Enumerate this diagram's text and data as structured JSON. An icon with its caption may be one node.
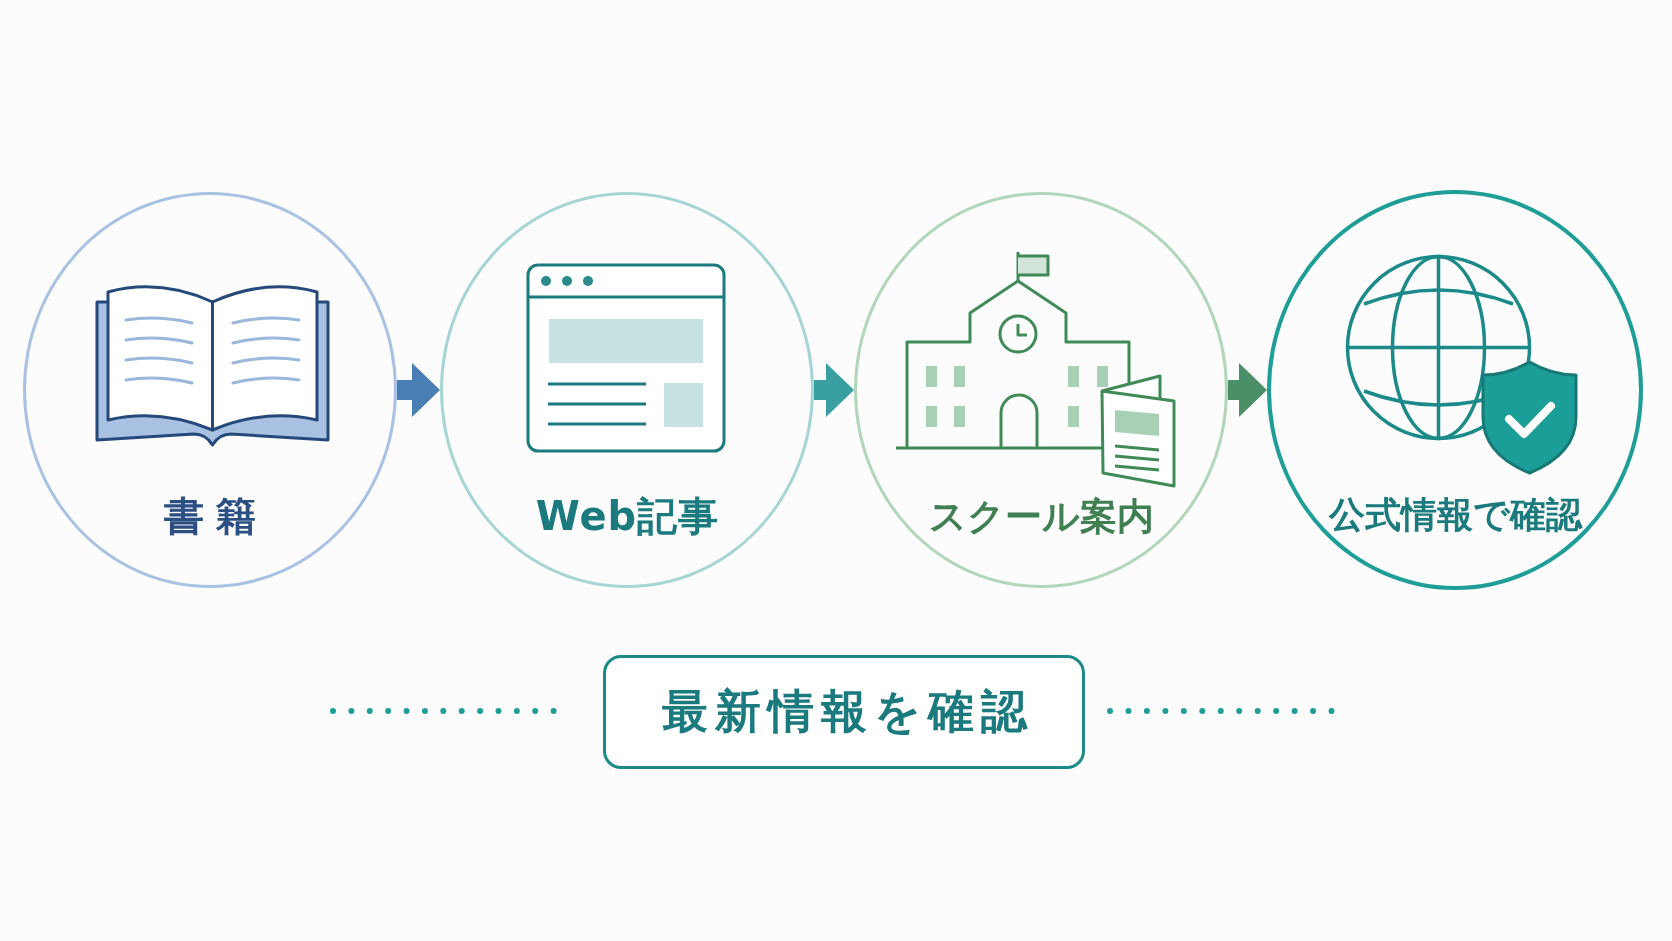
{
  "diagram": {
    "nodes": [
      {
        "text": [
          "書籍"
        ]
      },
      {
        "text": [
          "Web記事"
        ]
      },
      {
        "text": [
          "スクール案内"
        ]
      },
      {
        "text": [
          "公式情報で確認"
        ]
      },
      {
        "text": [
          "最新情報を確認"
        ]
      }
    ],
    "edges": [
      {
        "from": 0,
        "to": 1,
        "arrow": "to",
        "color": "#4a7fb5"
      },
      {
        "from": 1,
        "to": 2,
        "arrow": "to",
        "color": "#3a9fa0"
      },
      {
        "from": 2,
        "to": 3,
        "arrow": "to",
        "color": "#4a8f68"
      }
    ]
  }
}
